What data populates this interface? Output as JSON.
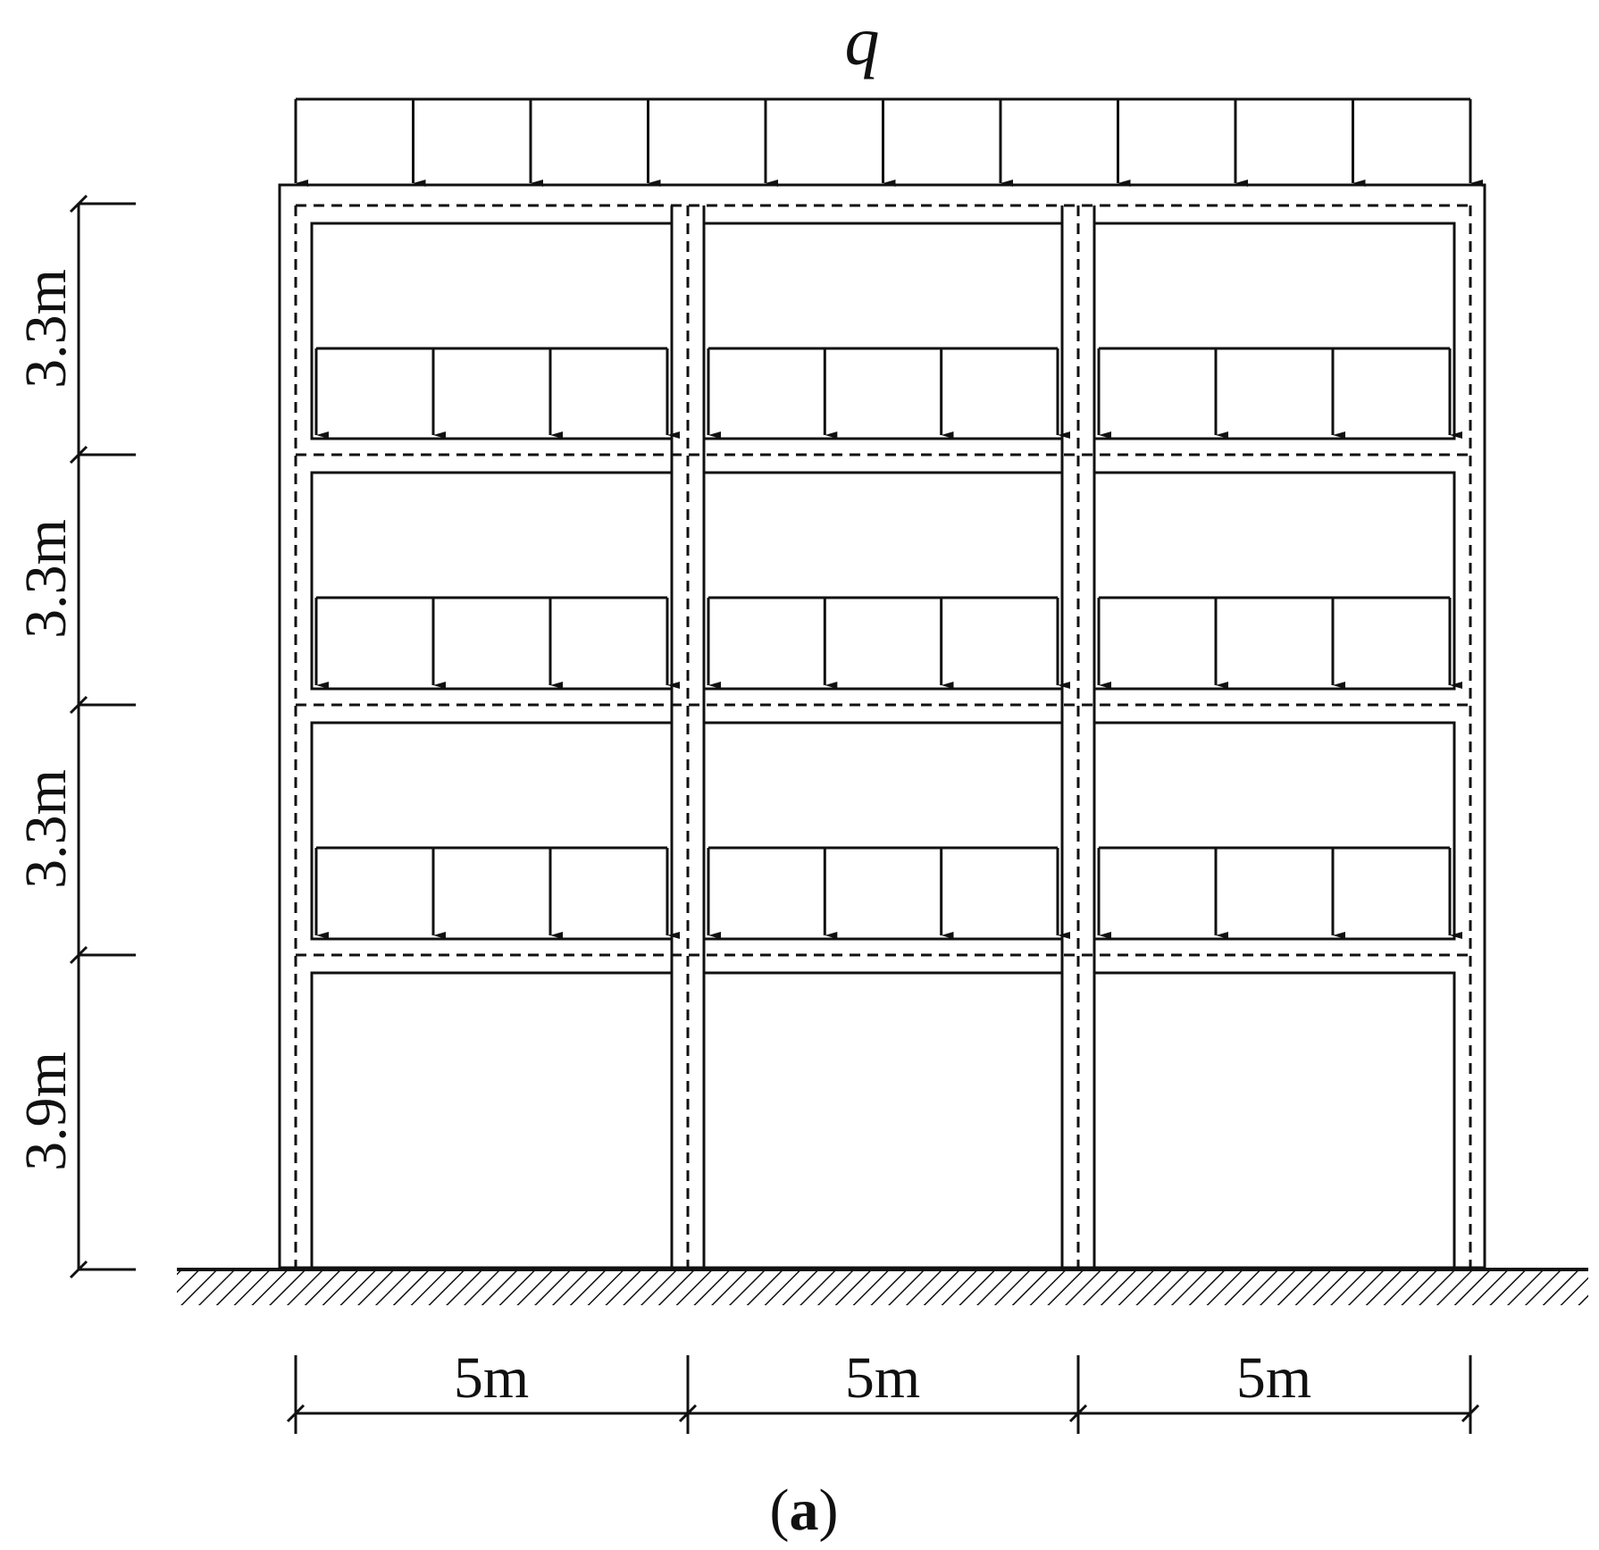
{
  "load_label": "q",
  "storey_heights": [
    "3.3m",
    "3.3m",
    "3.3m",
    "3.9m"
  ],
  "bay_widths": [
    "5m",
    "5m",
    "5m"
  ],
  "caption": {
    "open": "(",
    "letter": "a",
    "close": ")"
  },
  "colors": {
    "line": "#111111",
    "background": "#ffffff"
  }
}
